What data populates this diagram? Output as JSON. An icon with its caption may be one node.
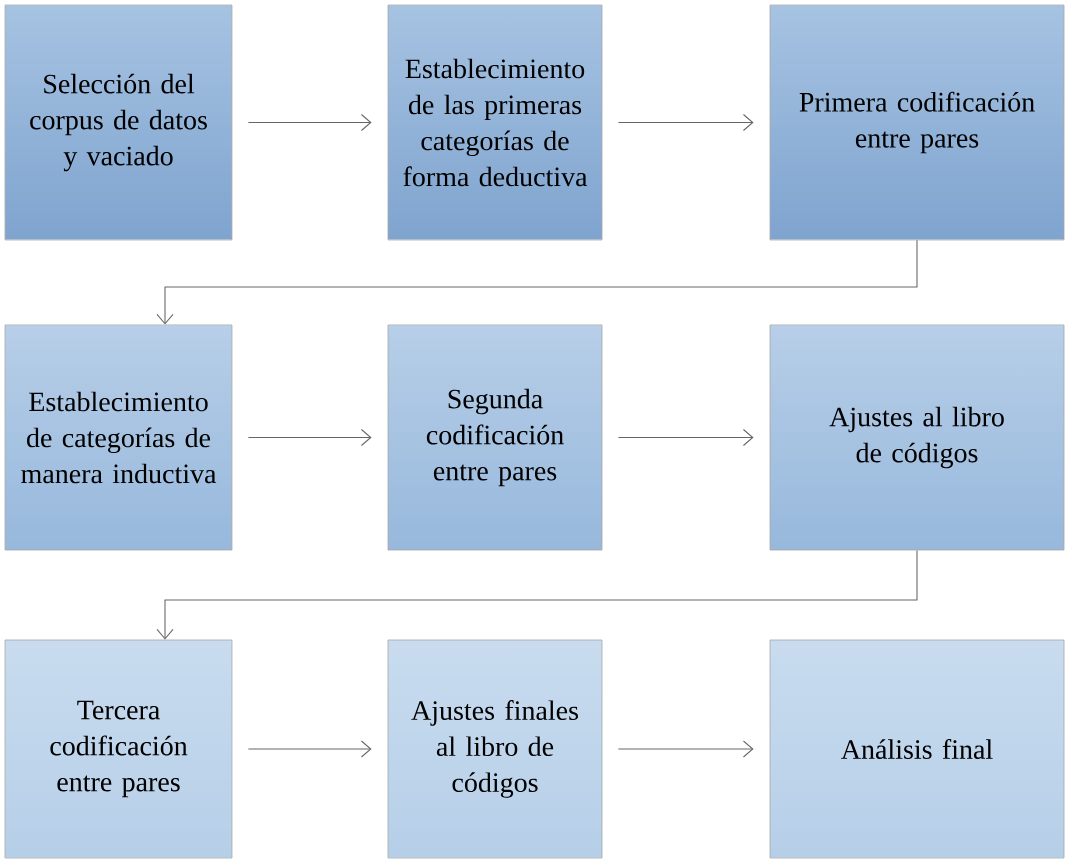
{
  "diagram": {
    "nodes": [
      {
        "text": [
          "Selección del corpus de datos y vaciado"
        ]
      },
      {
        "text": [
          "Establecimiento de las primeras categorías de forma deductiva"
        ]
      },
      {
        "text": [
          "Primera codificación entre pares"
        ]
      },
      {
        "text": [
          "Establecimiento de categorías de manera inductiva"
        ]
      },
      {
        "text": [
          "Segunda codificación entre pares"
        ]
      },
      {
        "text": [
          "Ajustes al libro de códigos"
        ]
      },
      {
        "text": [
          "Tercera codificación entre pares"
        ]
      },
      {
        "text": [
          "Ajustes finales al libro de códigos"
        ]
      },
      {
        "text": [
          "Análisis final"
        ]
      }
    ],
    "edges": [
      {
        "from": 0,
        "to": 1,
        "arrow": "to"
      },
      {
        "from": 1,
        "to": 2,
        "arrow": "to"
      },
      {
        "from": 2,
        "to": 3,
        "arrow": "to"
      },
      {
        "from": 3,
        "to": 4,
        "arrow": "to"
      },
      {
        "from": 4,
        "to": 5,
        "arrow": "to"
      },
      {
        "from": 5,
        "to": 6,
        "arrow": "to"
      },
      {
        "from": 6,
        "to": 7,
        "arrow": "to"
      },
      {
        "from": 7,
        "to": 8,
        "arrow": "to"
      }
    ]
  }
}
